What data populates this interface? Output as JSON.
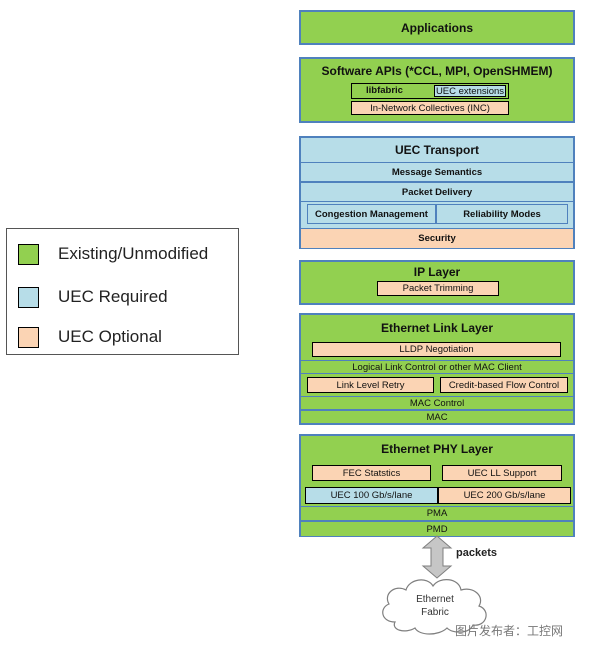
{
  "legend": {
    "existing": "Existing/Unmodified",
    "required": "UEC Required",
    "optional": "UEC Optional"
  },
  "stack": {
    "applications": "Applications",
    "software_apis": {
      "title": "Software APIs (*CCL, MPI, OpenSHMEM)",
      "libfabric": "libfabric",
      "uec_extensions": "UEC extensions",
      "inc": "In-Network Collectives (INC)"
    },
    "transport": {
      "title": "UEC Transport",
      "message_semantics": "Message Semantics",
      "packet_delivery": "Packet Delivery",
      "congestion": "Congestion Management",
      "reliability": "Reliability Modes",
      "security": "Security"
    },
    "ip_layer": {
      "title": "IP Layer",
      "packet_trimming": "Packet Trimming"
    },
    "ethernet_link": {
      "title": "Ethernet Link Layer",
      "lldp": "LLDP Negotiation",
      "llc": "Logical Link Control or other MAC Client",
      "llr": "Link Level Retry",
      "cbfc": "Credit-based Flow Control",
      "mac_control": "MAC Control",
      "mac": "MAC"
    },
    "ethernet_phy": {
      "title": "Ethernet PHY Layer",
      "fec": "FEC Statstics",
      "uec_ll": "UEC LL Support",
      "uec100": "UEC 100 Gb/s/lane",
      "uec200": "UEC 200 Gb/s/lane",
      "pma": "PMA",
      "pmd": "PMD"
    }
  },
  "packets_label": "packets",
  "cloud": {
    "line1": "Ethernet",
    "line2": "Fabric"
  },
  "watermark": "图片发布者：工控网",
  "colors": {
    "existing": "#92d050",
    "required": "#b7dde8",
    "optional": "#fbd4b4",
    "border": "#4f81bd"
  }
}
